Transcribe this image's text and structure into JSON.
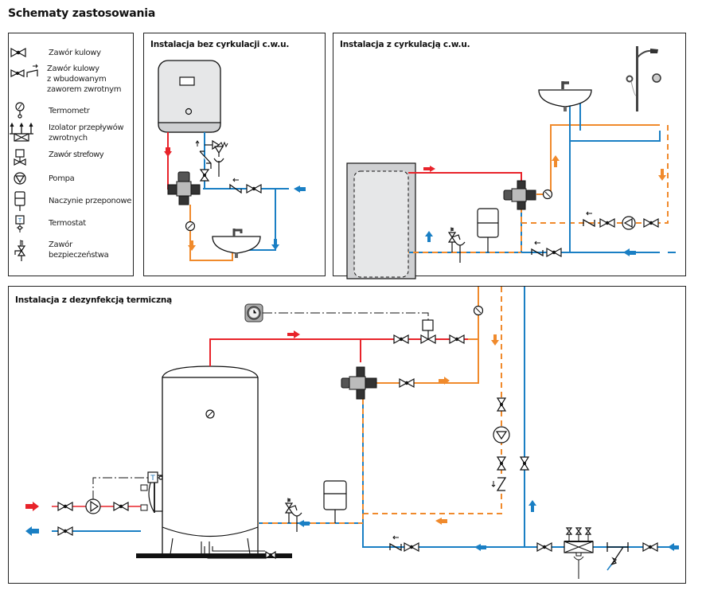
{
  "page_title": "Schematy zastosowania",
  "legend": {
    "items": [
      {
        "icon": "ball-valve-icon",
        "label": "Zawór kulowy"
      },
      {
        "icon": "ball-valve-check-icon",
        "label": "Zawór kulowy\nz wbudowanym\nzaworem zwrotnym"
      },
      {
        "icon": "thermometer-icon",
        "label": "Termometr"
      },
      {
        "icon": "backflow-isolator-icon",
        "label": "Izolator przepływów\nzwrotnych"
      },
      {
        "icon": "zone-valve-icon",
        "label": "Zawór strefowy"
      },
      {
        "icon": "pump-icon",
        "label": "Pompa"
      },
      {
        "icon": "expansion-vessel-icon",
        "label": "Naczynie przeponowe"
      },
      {
        "icon": "thermostat-icon",
        "label": "Termostat"
      },
      {
        "icon": "safety-valve-icon",
        "label": "Zawór\nbezpieczeństwa"
      }
    ]
  },
  "panels": {
    "no_circulation": {
      "title": "Instalacja bez cyrkulacji c.w.u."
    },
    "with_circulation": {
      "title": "Instalacja z cyrkulacją c.w.u."
    },
    "thermal_disinfection": {
      "title": "Instalacja z dezynfekcją termiczną",
      "thermostat_label": "T"
    }
  },
  "colors": {
    "hot_water": "#e8232a",
    "cold_water": "#1a7fc4",
    "mixed_water": "#f08a2c",
    "outline": "#111111"
  }
}
